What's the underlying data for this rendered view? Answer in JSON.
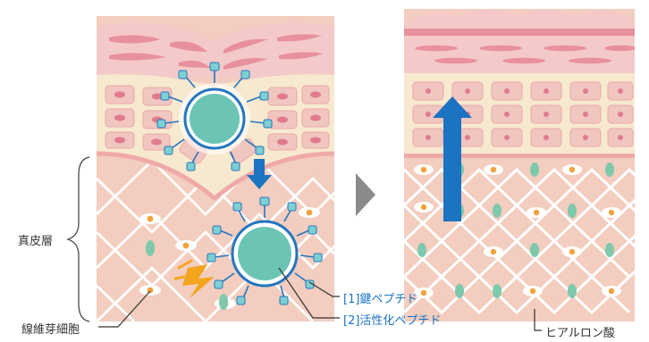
{
  "labels": {
    "dermis": "真皮層",
    "fibroblast": "線維芽細胞",
    "key_peptide": "[1]鍵ペプチド",
    "active_peptide": "[2]活性化ペプチド",
    "hyaluronic_acid": "ヒアルロン酸"
  },
  "colors": {
    "skin_top": "#f4c9c9",
    "skin_top_stripe": "#e8909c",
    "epidermis": "#f7e9cf",
    "cell": "#f1c6c0",
    "cell_nucleus": "#e07b8e",
    "dermis": "#f3cdbf",
    "fiber": "#ffffff",
    "peptide_core": "#6cc5b4",
    "peptide_ring": "#2476c0",
    "arrow_blue": "#1c73c1",
    "arrow_gray": "#8a8a8a",
    "hyaluronic": "#7ec8ab",
    "fibroblast_dot": "#f4a23a",
    "spark": "#f4a520"
  }
}
